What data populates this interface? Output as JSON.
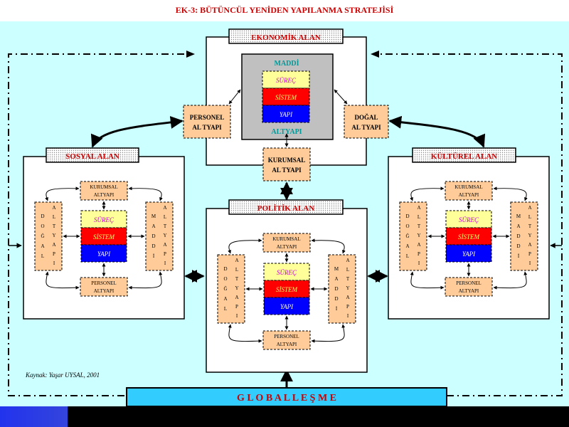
{
  "page_title": "EK-3: BÜTÜNCÜL YENİDEN YAPILANMA STRATEJİSİ",
  "source_note": "Kaynak: Yaşar UYSAL, 2001",
  "globalization_label": "G L O B A L L E Ş M E",
  "economic": {
    "header": "EKONOMİK ALAN",
    "inner_top": "MADDİ",
    "inner_bottom": "ALTYAPI",
    "stack": [
      "SÜREÇ",
      "SİSTEM",
      "YAPI"
    ],
    "left_box": [
      "PERSONEL",
      "AL TYAPI"
    ],
    "right_box": [
      "DOĞAL",
      "AL TYAPI"
    ],
    "bottom_box": [
      "KURUMSAL",
      "AL TYAPI"
    ]
  },
  "social": {
    "header": "SOSYAL ALAN",
    "top_box": [
      "KURUMSAL",
      "ALTYAPI"
    ],
    "bottom_box": [
      "PERSONEL",
      "ALTYAPI"
    ],
    "left_col1": [
      "D",
      "O",
      "Ğ",
      "A",
      "L"
    ],
    "left_col2": [
      "A",
      "L",
      "T",
      "Y",
      "A",
      "P",
      "I"
    ],
    "right_col1": [
      "M",
      "A",
      "D",
      "D",
      "İ"
    ],
    "right_col2": [
      "A",
      "L",
      "T",
      "Y",
      "A",
      "P",
      "I"
    ],
    "stack": [
      "SÜREÇ",
      "SİSTEM",
      "YAPI"
    ]
  },
  "political": {
    "header": "POLİTİK ALAN",
    "top_box": [
      "KURUMSAL",
      "ALTYAPI"
    ],
    "bottom_box": [
      "PERSONEL",
      "ALTYAPI"
    ],
    "left_col1": [
      "D",
      "O",
      "Ğ",
      "A",
      "L"
    ],
    "left_col2": [
      "A",
      "L",
      "T",
      "Y",
      "A",
      "P",
      "I"
    ],
    "right_col1": [
      "M",
      "A",
      "D",
      "D",
      "İ"
    ],
    "right_col2": [
      "A",
      "L",
      "T",
      "Y",
      "A",
      "P",
      "I"
    ],
    "stack": [
      "SÜREÇ",
      "SİSTEM",
      "YAPI"
    ]
  },
  "cultural": {
    "header": "KÜLTÜREL ALAN",
    "top_box": [
      "KURUMSAL",
      "ALTYAPI"
    ],
    "bottom_box": [
      "PERSONEL",
      "ALTYAPI"
    ],
    "left_col1": [
      "D",
      "O",
      "Ğ",
      "A",
      "L"
    ],
    "left_col2": [
      "A",
      "L",
      "T",
      "Y",
      "A",
      "P",
      "I"
    ],
    "right_col1": [
      "M",
      "A",
      "D",
      "D",
      "İ"
    ],
    "right_col2": [
      "A",
      "L",
      "T",
      "Y",
      "A",
      "P",
      "I"
    ],
    "stack": [
      "SÜREÇ",
      "SİSTEM",
      "YAPI"
    ]
  },
  "colors": {
    "title_red": "#cc0000",
    "canvas": "#ccffff",
    "peach": "#ffcc99",
    "surec": "#ffff99",
    "sistem": "#ff0000",
    "yapi": "#0000ff",
    "green_text": "#009999",
    "glob_bar": "#33ccff"
  }
}
